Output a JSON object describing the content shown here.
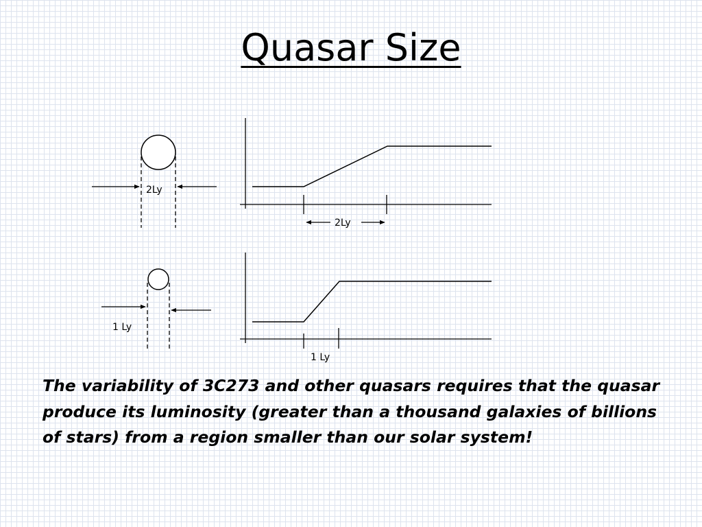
{
  "title": "Quasar Size",
  "top_panel": {
    "source_label": "2Ly",
    "duration_label": "2Ly"
  },
  "bottom_panel": {
    "source_label": "1 Ly",
    "duration_label": "1 Ly"
  },
  "body_text": "The variability of 3C273 and other quasars requires that the quasar produce its luminosity (greater than a thousand galaxies of billions of stars) from a region smaller than our solar system!"
}
